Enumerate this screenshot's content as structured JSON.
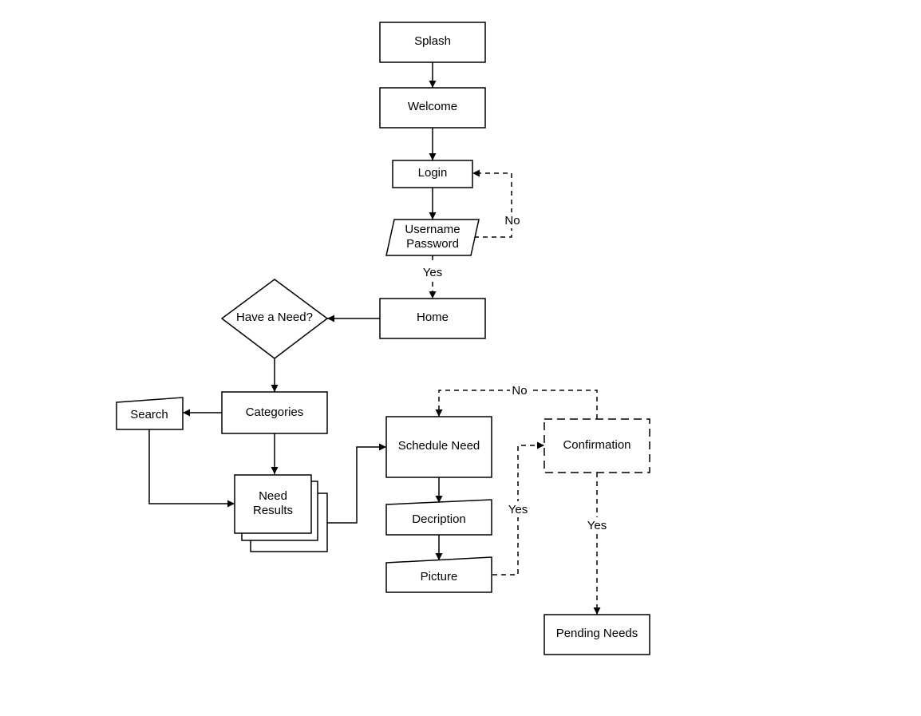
{
  "colors": {
    "stroke": "#000000",
    "fill": "#ffffff"
  },
  "nodes": {
    "splash": {
      "label": "Splash",
      "shape": "rectangle"
    },
    "welcome": {
      "label": "Welcome",
      "shape": "rectangle"
    },
    "login": {
      "label": "Login",
      "shape": "rectangle"
    },
    "credentials": {
      "label_line1": "Username",
      "label_line2": "Password",
      "shape": "parallelogram"
    },
    "home": {
      "label": "Home",
      "shape": "rectangle"
    },
    "have_need": {
      "label": "Have a Need?",
      "shape": "diamond"
    },
    "categories": {
      "label": "Categories",
      "shape": "rectangle"
    },
    "search": {
      "label": "Search",
      "shape": "manual-input"
    },
    "need_results": {
      "label_line1": "Need",
      "label_line2": "Results",
      "shape": "multi-document"
    },
    "schedule_need": {
      "label": "Schedule Need",
      "shape": "rectangle"
    },
    "description": {
      "label": "Decription",
      "shape": "manual-input"
    },
    "picture": {
      "label": "Picture",
      "shape": "manual-input"
    },
    "confirmation": {
      "label": "Confirmation",
      "shape": "dashed-rectangle"
    },
    "pending_needs": {
      "label": "Pending Needs",
      "shape": "rectangle"
    }
  },
  "edges": {
    "credentials_no": {
      "label": "No"
    },
    "credentials_yes": {
      "label": "Yes"
    },
    "confirmation_no": {
      "label": "No"
    },
    "picture_yes": {
      "label": "Yes"
    },
    "confirmation_yes": {
      "label": "Yes"
    }
  }
}
